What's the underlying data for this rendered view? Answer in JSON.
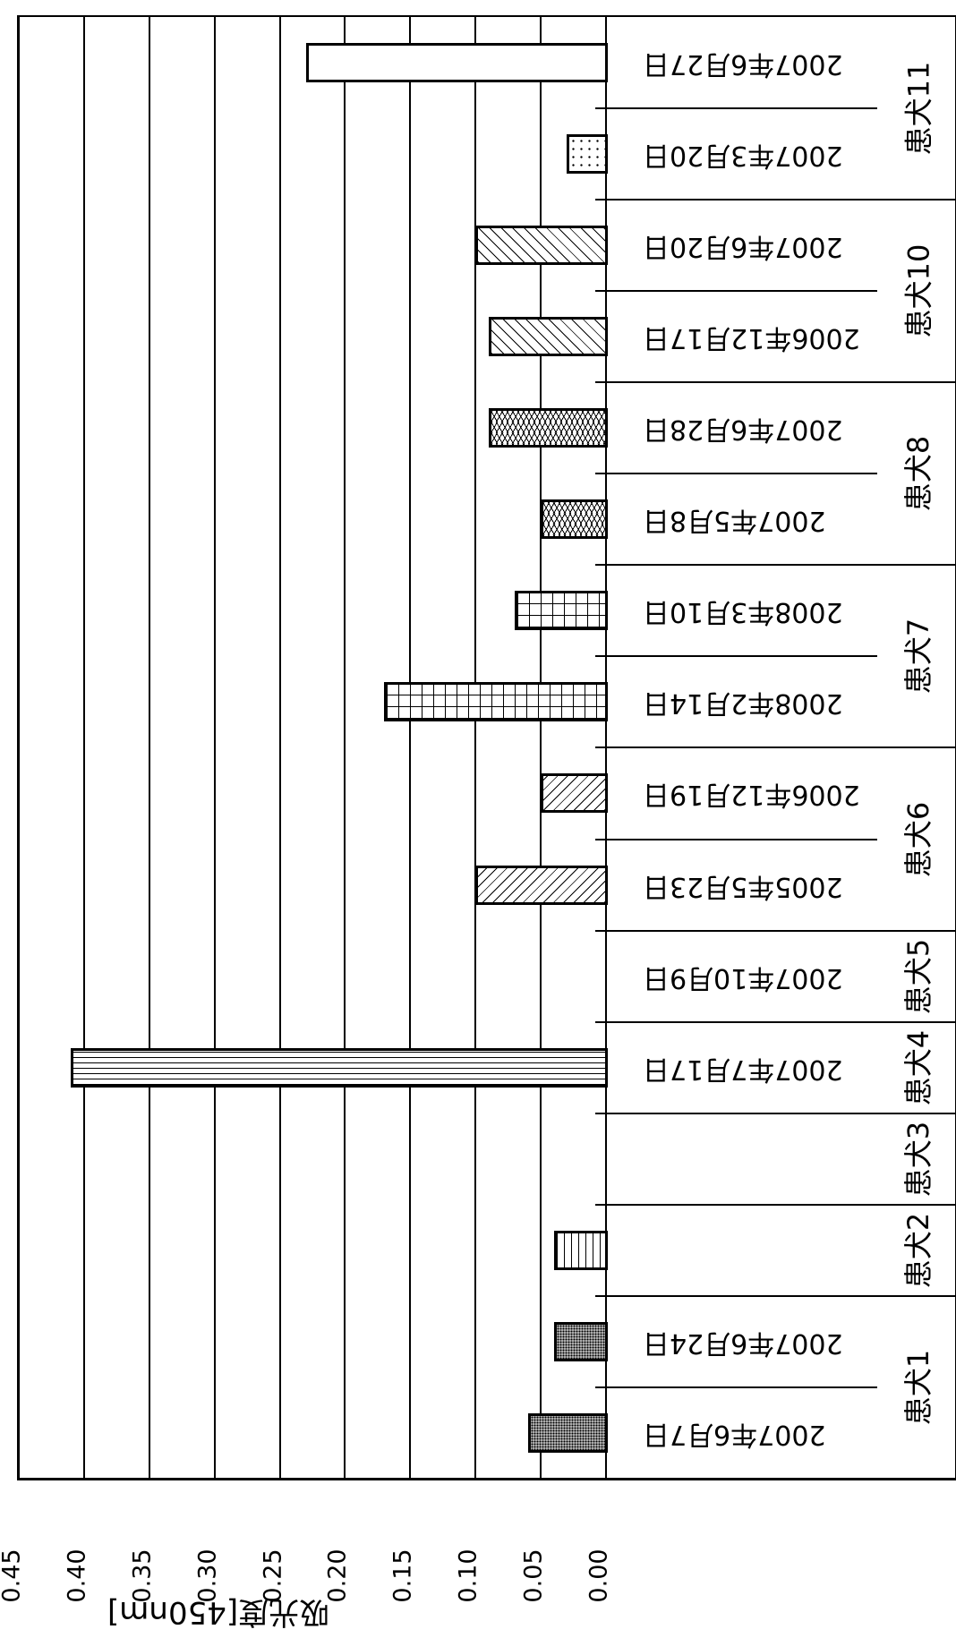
{
  "chart_data": {
    "type": "bar",
    "orientation": "rotated-90-clockwise (value axis horizontal, 0.00 at right)",
    "title": "",
    "ylabel": "吸光度[450nm]",
    "xlabel": "",
    "ylim": [
      0,
      0.45
    ],
    "yticks": [
      "0.00",
      "0.05",
      "0.10",
      "0.15",
      "0.20",
      "0.25",
      "0.30",
      "0.35",
      "0.40",
      "0.45"
    ],
    "grid": true,
    "legend": null,
    "groups": [
      {
        "label": "患犬11",
        "samples": [
          {
            "date": "2007年6月27日",
            "value": 0.23,
            "pattern": "none"
          },
          {
            "date": "2007年3月20日",
            "value": 0.03,
            "pattern": "dots"
          }
        ]
      },
      {
        "label": "患犬10",
        "samples": [
          {
            "date": "2007年6月20日",
            "value": 0.1,
            "pattern": "back"
          },
          {
            "date": "2006年12月17日",
            "value": 0.09,
            "pattern": "back"
          }
        ]
      },
      {
        "label": "患犬8",
        "samples": [
          {
            "date": "2007年6月28日",
            "value": 0.09,
            "pattern": "wave"
          },
          {
            "date": "2007年5月8日",
            "value": 0.05,
            "pattern": "wave"
          }
        ]
      },
      {
        "label": "患犬7",
        "samples": [
          {
            "date": "2008年3月10日",
            "value": 0.07,
            "pattern": "grid"
          },
          {
            "date": "2008年2月14日",
            "value": 0.17,
            "pattern": "grid"
          }
        ]
      },
      {
        "label": "患犬6",
        "samples": [
          {
            "date": "2006年12月19日",
            "value": 0.05,
            "pattern": "fwd"
          },
          {
            "date": "2005年5月23日",
            "value": 0.1,
            "pattern": "fwd"
          }
        ]
      },
      {
        "label": "患犬5",
        "samples": [
          {
            "date": "2007年10月9日",
            "value": 0.0,
            "pattern": "none"
          }
        ]
      },
      {
        "label": "患犬4",
        "samples": [
          {
            "date": "2007年7月17日",
            "value": 0.41,
            "pattern": "hlines"
          }
        ]
      },
      {
        "label": "患犬3",
        "samples": [
          {
            "date": "",
            "value": 0.0,
            "pattern": "none"
          }
        ]
      },
      {
        "label": "患犬2",
        "samples": [
          {
            "date": "",
            "value": 0.04,
            "pattern": "vlines"
          }
        ]
      },
      {
        "label": "患犬1",
        "samples": [
          {
            "date": "2007年6月24日",
            "value": 0.04,
            "pattern": "dense"
          },
          {
            "date": "2007年6月7日",
            "value": 0.06,
            "pattern": "dense"
          }
        ]
      }
    ],
    "categories": [
      "2007年6月27日",
      "2007年3月20日",
      "2007年6月20日",
      "2006年12月17日",
      "2007年6月28日",
      "2007年5月8日",
      "2008年3月10日",
      "2008年2月14日",
      "2006年12月19日",
      "2005年5月23日",
      "2007年10月9日",
      "2007年7月17日",
      "",
      "",
      "2007年6月24日",
      "2007年6月7日"
    ],
    "values": [
      0.23,
      0.03,
      0.1,
      0.09,
      0.09,
      0.05,
      0.07,
      0.17,
      0.05,
      0.1,
      0.0,
      0.41,
      0.0,
      0.04,
      0.04,
      0.06
    ]
  }
}
